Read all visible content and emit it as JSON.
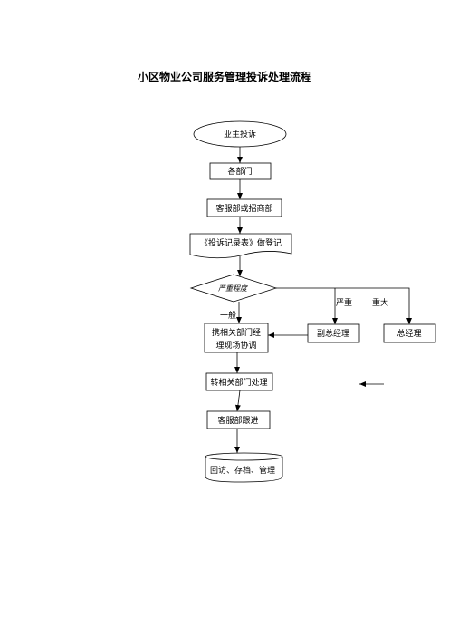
{
  "title": "小区物业公司服务管理投诉处理流程",
  "nodes": {
    "start": "业主投诉",
    "departments": "各部门",
    "service_dept": "客服部或招商部",
    "record": "《投诉记录表》做登记",
    "severity": "严重程度",
    "coordinate_line1": "携相关部门经",
    "coordinate_line2": "理现场协调",
    "deputy_manager": "副总经理",
    "general_manager": "总经理",
    "transfer": "转相关部门处理",
    "follow_up": "客服部跟进",
    "archive": "回访、存档、管理"
  },
  "edges": {
    "general": "一般",
    "serious": "严重",
    "major": "重大"
  }
}
